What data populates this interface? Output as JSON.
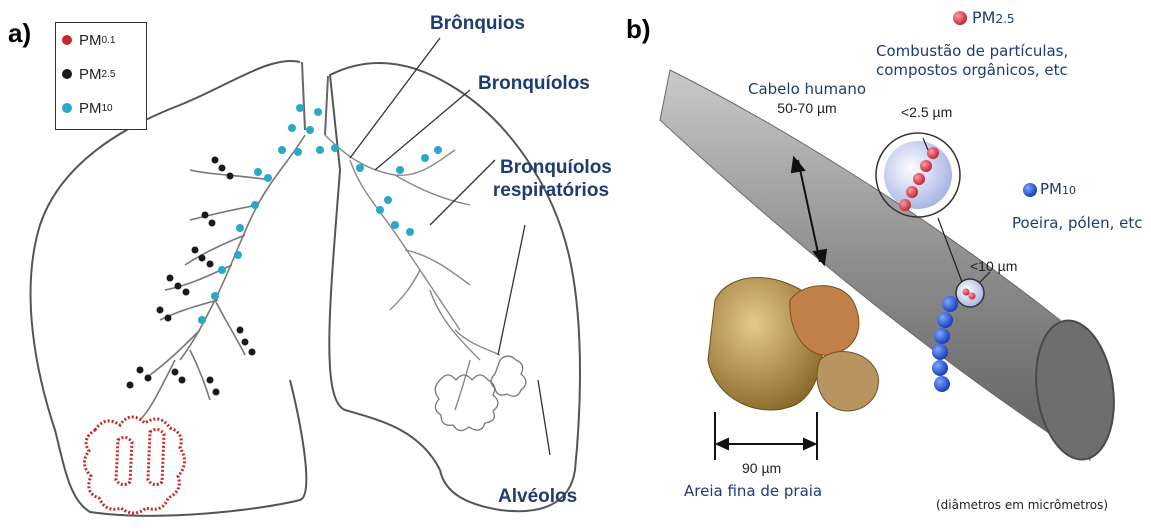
{
  "panel_a": {
    "label": "a)",
    "legend": [
      {
        "base": "PM",
        "sub": "0.1",
        "color": "#c62828"
      },
      {
        "base": "PM",
        "sub": "2.5",
        "color": "#1a1a1a"
      },
      {
        "base": "PM",
        "sub": "10",
        "color": "#29a8c9"
      }
    ],
    "bronquios": "Brônquios",
    "bronquiolos": "Bronquíolos",
    "bronquiolos_resp_1": "Bronquíolos",
    "bronquiolos_resp_2": "respiratórios",
    "alveolos": "Alvéolos"
  },
  "panel_b": {
    "label": "b)",
    "pm25_base": "PM",
    "pm25_sub": "2.5",
    "pm25_desc_1": "Combustão de partículas,",
    "pm25_desc_2": "compostos orgânicos, etc",
    "cabelo_1": "Cabelo humano",
    "cabelo_2": "50-70 µm",
    "lt25": "<2.5 µm",
    "pm10_base": "PM",
    "pm10_sub": "10",
    "pm10_desc": "Poeira, pólen, etc",
    "lt10": "<10 µm",
    "areia_size": "90 µm",
    "areia": "Areia fina de praia",
    "footnote": "(diâmetros em micrômetros)",
    "colors": {
      "pm25": "#d32f3a",
      "pm10": "#1e4fd8",
      "hair": "#8a8a8a"
    }
  }
}
